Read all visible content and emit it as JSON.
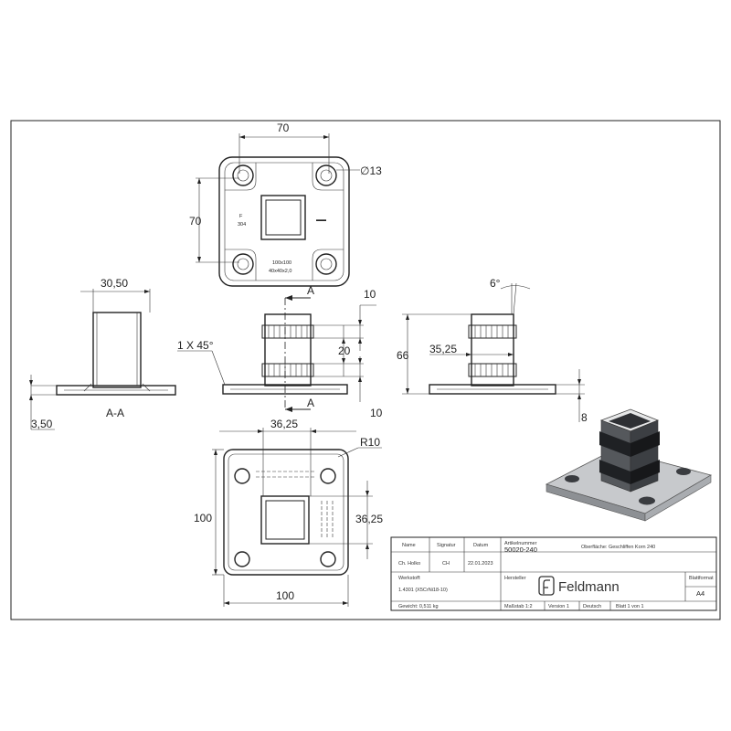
{
  "top_view": {
    "dim_width": "70",
    "dim_height": "70",
    "dim_hole": "∅13",
    "stamp_left": "F\n304",
    "stamp_line1": "100x100",
    "stamp_line2": "40x40x2,0"
  },
  "left_view": {
    "dim_width": "30,50",
    "dim_thickness": "3,50",
    "section_label": "A-A"
  },
  "center_view": {
    "dim_chamfer": "1 X 45°",
    "dim_10_top": "10",
    "dim_20": "20",
    "dim_10_bottom": "10",
    "section_marker_top": "A",
    "section_marker_bottom": "A"
  },
  "right_view": {
    "dim_angle": "6°",
    "dim_height": "66",
    "dim_width": "35,25",
    "dim_8": "8"
  },
  "bottom_view": {
    "dim_width_top": "36,25",
    "dim_radius": "R10",
    "dim_height": "100",
    "dim_inner": "36,25",
    "dim_width_bottom": "100"
  },
  "title_block": {
    "headers": [
      "Name",
      "Signatur",
      "Datum"
    ],
    "row": [
      "Ch. Holko",
      "CH",
      "22.01.2023"
    ],
    "artikelnummer_label": "Artikelnummer",
    "artikelnummer": "50020-240",
    "oberflaeche": "Oberfläche: Geschliffen Korn 240",
    "hersteller_label": "Hersteller",
    "brand": "Feldmann",
    "werkstoff_label": "Werkstoff:",
    "werkstoff": "1.4301 (X5CrNi18-10)",
    "blattformat_label": "Blattformat",
    "blattformat": "A4",
    "gewicht": "Gewicht: 0,511 kg",
    "massstab": "Maßstab 1:2",
    "version": "Version 1",
    "sprache": "Deutsch",
    "blatt": "Blatt 1 von 1"
  }
}
